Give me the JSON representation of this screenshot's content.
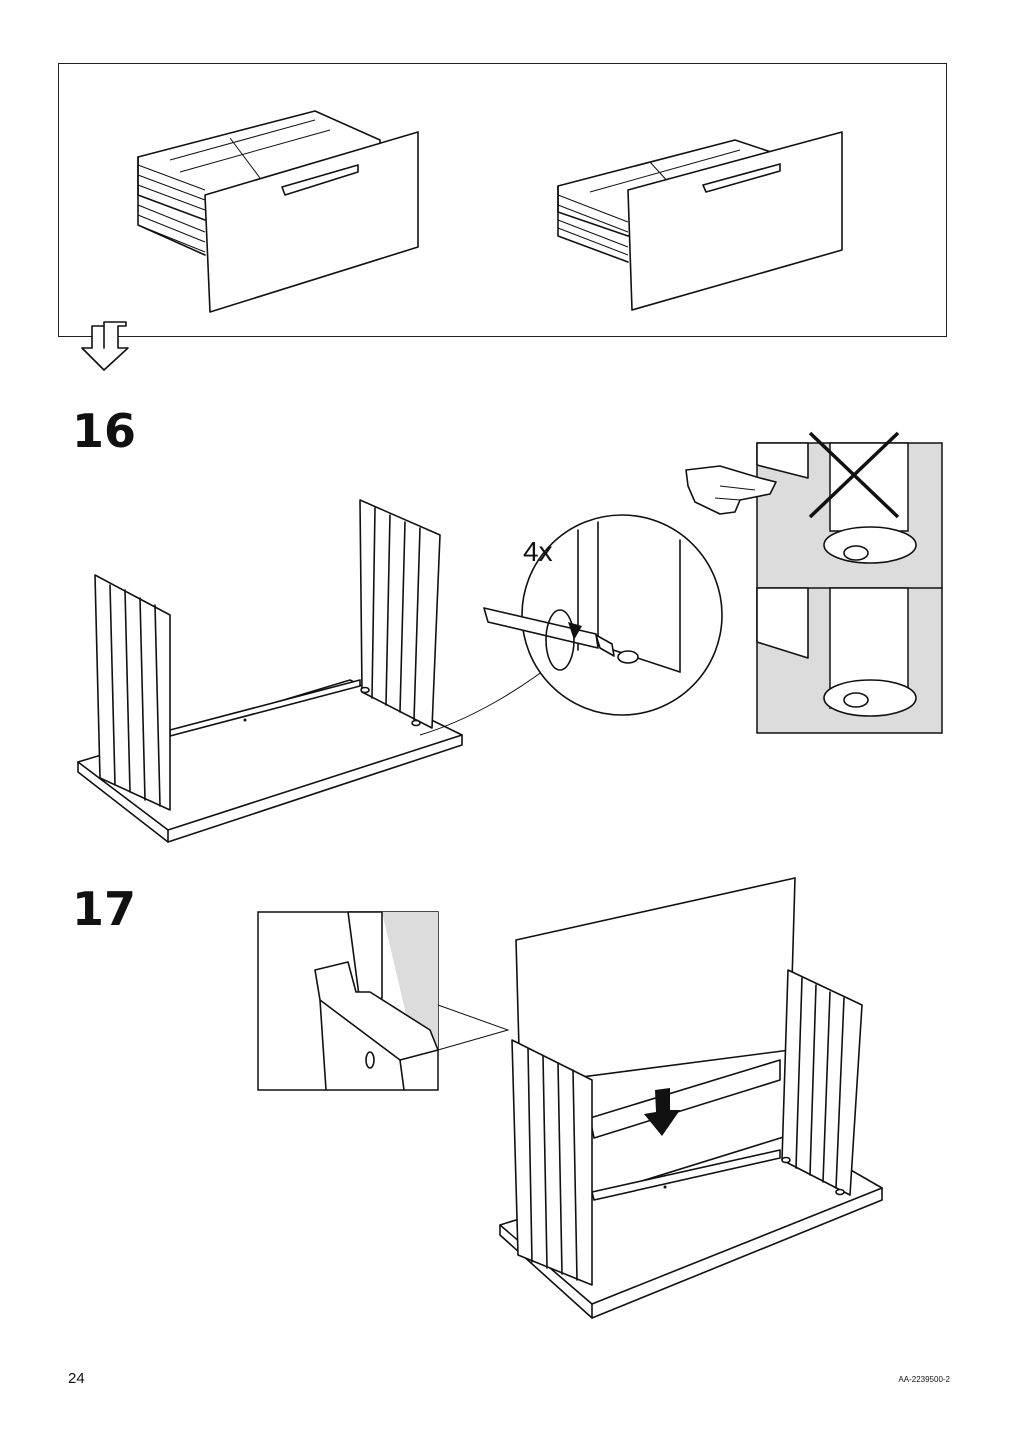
{
  "steps": [
    {
      "number": "16",
      "quantity_label": "4x"
    },
    {
      "number": "17"
    }
  ],
  "footer": {
    "page_number": "24",
    "document_code": "AA-2239500-2"
  },
  "colors": {
    "line": "#111111",
    "detail_background": "#dcdcdc",
    "page": "#ffffff"
  },
  "icons": [
    "drawer-icon",
    "page-turn-arrow-icon",
    "hand-pointing-icon",
    "cross-icon",
    "screwdriver-icon",
    "rotation-arrow-icon",
    "down-arrow-icon"
  ]
}
